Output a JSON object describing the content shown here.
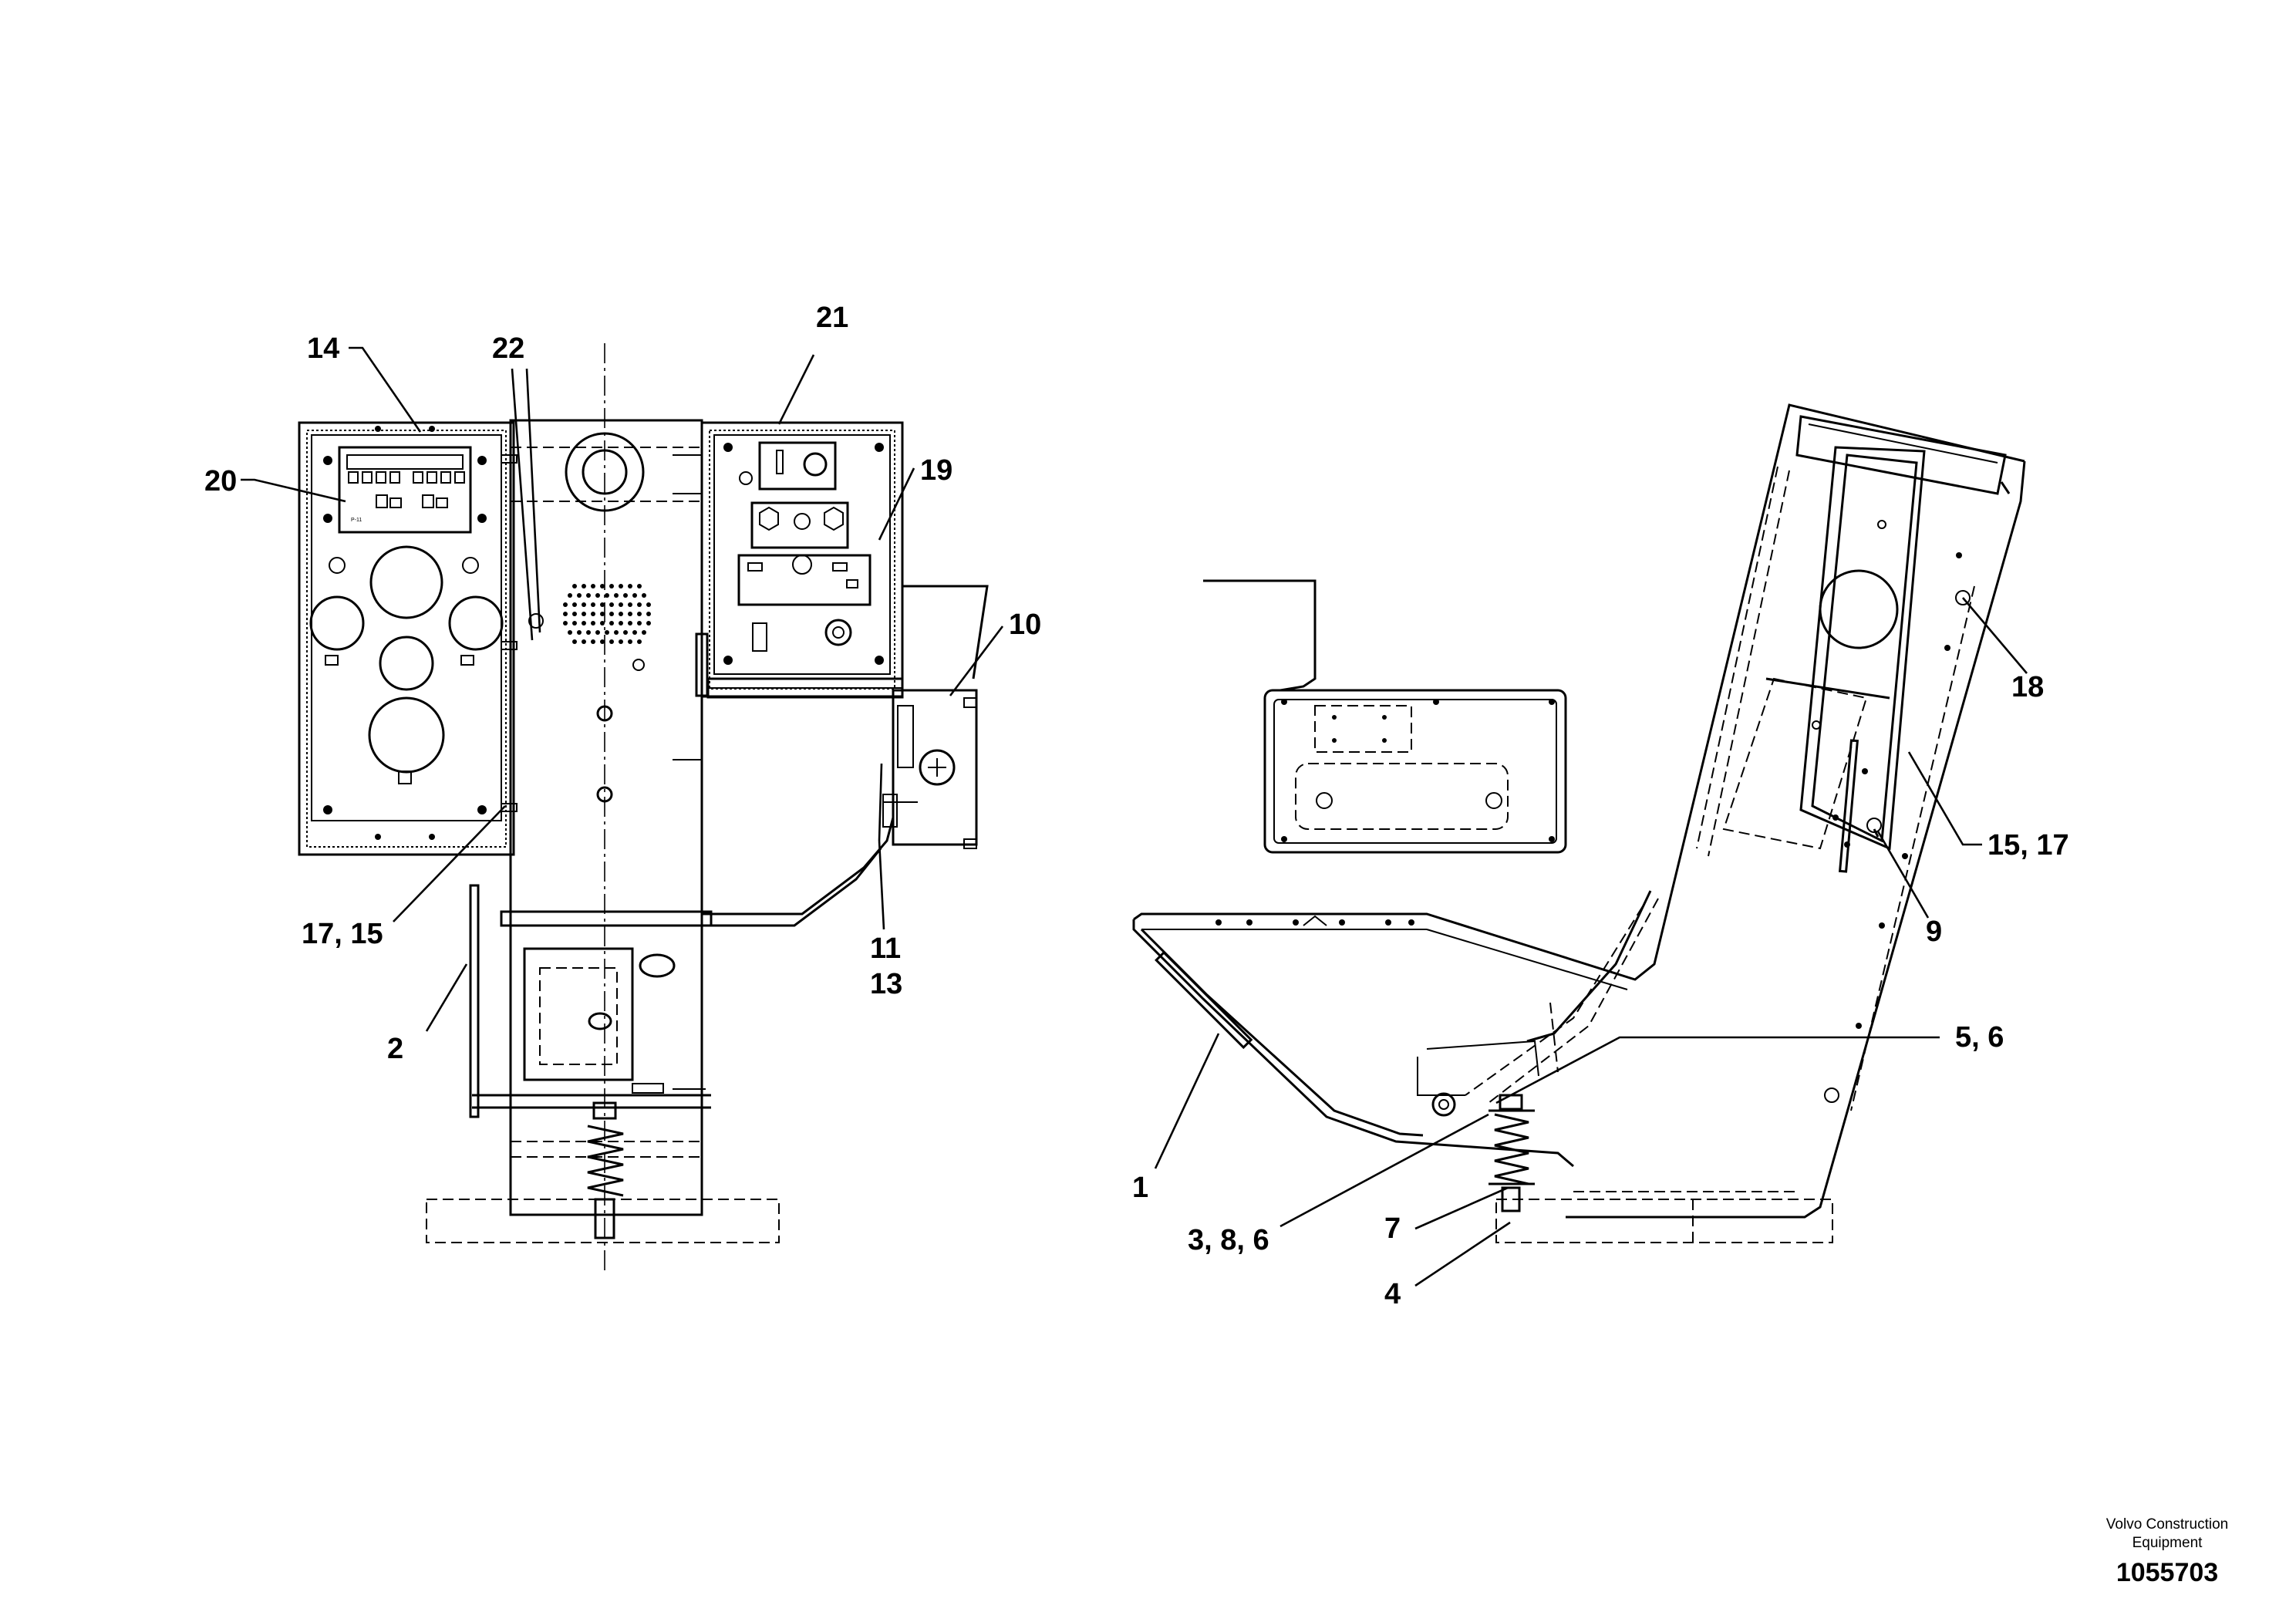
{
  "drawing": {
    "callouts": {
      "c1": "1",
      "c2": "2",
      "c3_8_6": "3, 8, 6",
      "c4": "4",
      "c5_6": "5, 6",
      "c7": "7",
      "c9": "9",
      "c10": "10",
      "c11": "11",
      "c13": "13",
      "c14": "14",
      "c15_17": "15, 17",
      "c17_15": "17, 15",
      "c18": "18",
      "c19": "19",
      "c20": "20",
      "c21": "21",
      "c22": "22"
    },
    "panel_markings": {
      "tag_p11": "P-11"
    }
  },
  "title_block": {
    "company_line1": "Volvo Construction",
    "company_line2": "Equipment",
    "doc_number": "1055703"
  }
}
